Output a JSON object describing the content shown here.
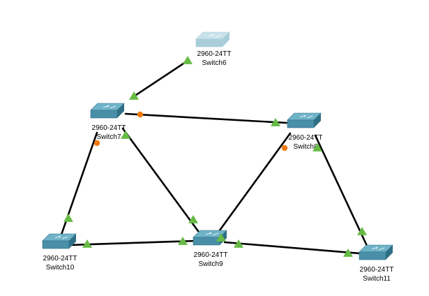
{
  "colors": {
    "canvas": "#ffffff",
    "link": "#000000",
    "switch_body": "#4a8fa8",
    "switch_top": "#6fb3c8",
    "switch_front": "#2f6f86",
    "switch_dim_body": "#a9cdd9",
    "switch_dim_top": "#c8e2ea",
    "status_up": "#66bb44",
    "status_blocking": "#f07a10"
  },
  "devices": [
    {
      "id": "switch6",
      "model": "2960-24TT",
      "name": "Switch6",
      "icon": "switch-icon",
      "dimmed": true
    },
    {
      "id": "switch7",
      "model": "2960-24TT",
      "name": "Switch7",
      "icon": "switch-icon",
      "dimmed": false
    },
    {
      "id": "switch8",
      "model": "2960-24TT",
      "name": "Switch8",
      "icon": "switch-icon",
      "dimmed": false
    },
    {
      "id": "switch9",
      "model": "2960-24TT",
      "name": "Switch9",
      "icon": "switch-icon",
      "dimmed": false
    },
    {
      "id": "switch10",
      "model": "2960-24TT",
      "name": "Switch10",
      "icon": "switch-icon",
      "dimmed": false
    },
    {
      "id": "switch11",
      "model": "2960-24TT",
      "name": "Switch11",
      "icon": "switch-icon",
      "dimmed": false
    }
  ],
  "links": [
    {
      "from": "switch6",
      "to": "switch7",
      "from_status": "up",
      "to_status": "up"
    },
    {
      "from": "switch7",
      "to": "switch8",
      "from_status": "blocking",
      "to_status": "up"
    },
    {
      "from": "switch7",
      "to": "switch10",
      "from_status": "blocking",
      "to_status": "up"
    },
    {
      "from": "switch7",
      "to": "switch9",
      "from_status": "up",
      "to_status": "up"
    },
    {
      "from": "switch8",
      "to": "switch9",
      "from_status": "blocking",
      "to_status": "up"
    },
    {
      "from": "switch8",
      "to": "switch11",
      "from_status": "up",
      "to_status": "up"
    },
    {
      "from": "switch10",
      "to": "switch9",
      "from_status": "up",
      "to_status": "up"
    },
    {
      "from": "switch9",
      "to": "switch11",
      "from_status": "up",
      "to_status": "up"
    }
  ]
}
